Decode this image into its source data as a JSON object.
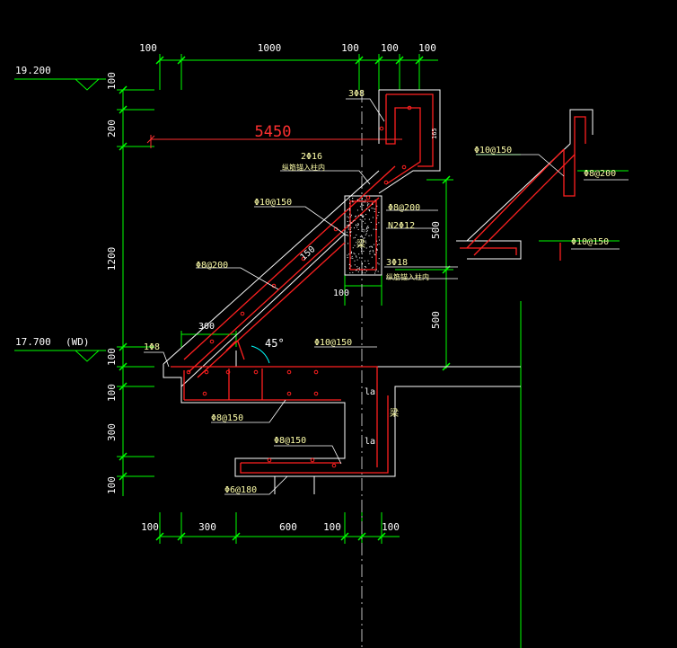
{
  "colors": {
    "background": "#000000",
    "dimension": "#00ff00",
    "rebar": "#ff2020",
    "concrete_outline": "#ffffff",
    "text": "#ffffaa",
    "leader": "#ffffff"
  },
  "dimensions": {
    "top": [
      "100",
      "1000",
      "100",
      "100",
      "100"
    ],
    "bottom": [
      "100",
      "300",
      "600",
      "100",
      "100"
    ],
    "left": [
      "100",
      "200",
      "1200",
      "100",
      "100",
      "300",
      "100"
    ],
    "right": [
      "500",
      "500"
    ],
    "span": "5450",
    "section_width": "100",
    "stair_width": "300",
    "slab_thickness": "150",
    "small_side": "165"
  },
  "levels": {
    "upper": "19.200",
    "lower": "17.700",
    "lower_tag": "(WD)"
  },
  "labels": {
    "top_bars": "3Φ8",
    "beam_top_bars": "2Φ16",
    "beam_top_note": "纵筋锚入柱内",
    "slab_bar": "Φ10@150",
    "stirrup": "Φ8@200",
    "n2": "N2Φ12",
    "bottom_bars": "3Φ18",
    "beam_bottom_note": "纵筋锚入柱内",
    "beam_tag": "梁",
    "stair_dist": "Φ8@200",
    "left_bar": "1Φ8",
    "angle": "45°",
    "landing_bar": "Φ10@150",
    "anchor_1": "la",
    "anchor_2": "la",
    "beam_tag_2": "梁",
    "footing_bar": "Φ8@150",
    "footing_bar_2": "Φ8@150",
    "footing_bottom": "Φ6@180",
    "detail_bar_top": "Φ10@150",
    "detail_bar_side": "Φ8@200",
    "detail_bar_bottom": "Φ10@150"
  }
}
